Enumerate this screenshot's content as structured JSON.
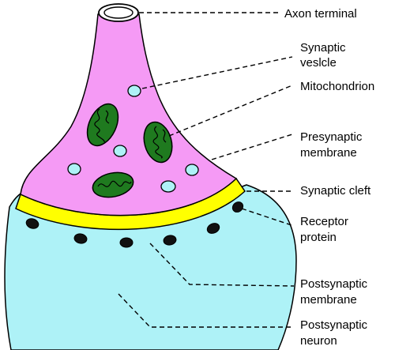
{
  "labels": {
    "axon_terminal": "Axon terminal",
    "synaptic_vesicle_line1": "Synaptic",
    "synaptic_vesicle_line2": "veslcle",
    "mitochondrion": "Mitochondrion",
    "presynaptic_membrane_line1": "Presynaptic",
    "presynaptic_membrane_line2": "membrane",
    "synaptic_cleft": "Synaptic cleft",
    "receptor_protein_line1": "Receptor",
    "receptor_protein_line2": "protein",
    "postsynaptic_membrane_line1": "Postsynaptic",
    "postsynaptic_membrane_line2": "membrane",
    "postsynaptic_neuron_line1": "Postsynaptic",
    "postsynaptic_neuron_line2": "neuron"
  },
  "colors": {
    "presynaptic_terminal": "#f59af5",
    "postsynaptic_neuron": "#aef2f7",
    "synaptic_cleft": "#ffff00",
    "vesicle": "#aef2f7",
    "mitochondrion": "#1f7a1f",
    "receptor": "#111111"
  }
}
